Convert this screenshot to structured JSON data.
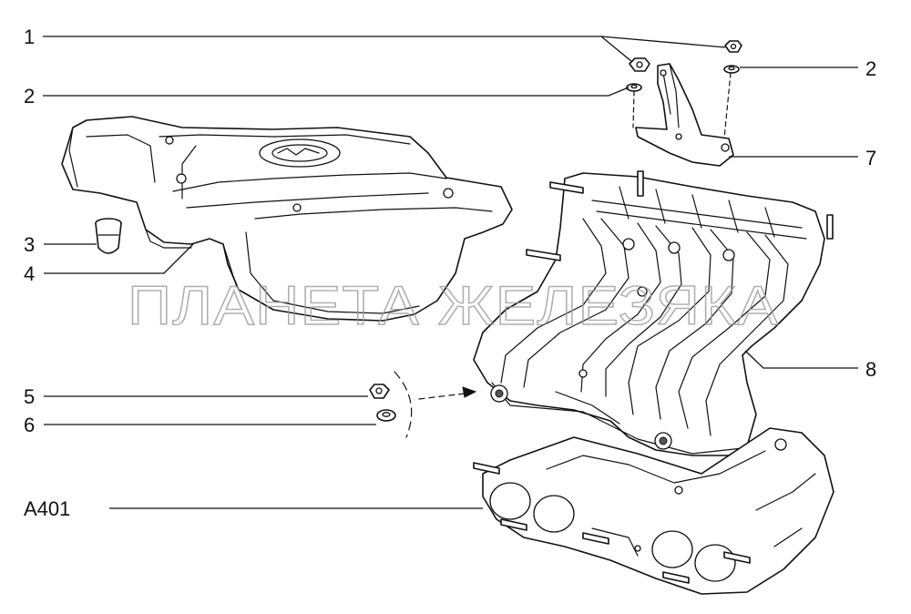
{
  "diagram": {
    "callouts": {
      "c1": "1",
      "c2_left": "2",
      "c2_right": "2",
      "c3": "3",
      "c4": "4",
      "c5": "5",
      "c6": "6",
      "c7": "7",
      "c8": "8",
      "a401": "A401"
    },
    "watermark": "ПЛАНЕТА ЖЕЛЕЗЯКА"
  }
}
